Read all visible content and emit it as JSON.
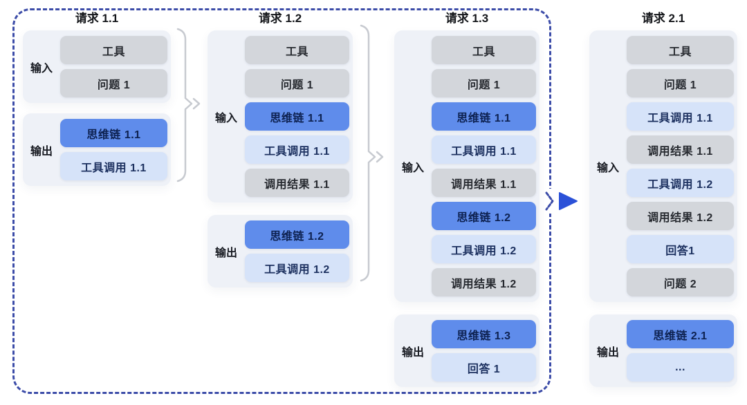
{
  "palette": {
    "frame_border": "#3c4ca8",
    "next_turn_arrow": "#2b51d8",
    "brace": "#c7cad0",
    "group_background": "#eef1f7",
    "box_gray": "#d3d6db",
    "box_blue": "#5f8ceb",
    "box_light_blue": "#d6e3f9"
  },
  "columns": [
    {
      "title": "请求 1.1",
      "input": {
        "label": "输入",
        "items": [
          {
            "label": "工具",
            "variant": "gray"
          },
          {
            "label": "问题 1",
            "variant": "gray"
          }
        ]
      },
      "output": {
        "label": "输出",
        "items": [
          {
            "label": "思维链 1.1",
            "variant": "blue"
          },
          {
            "label": "工具调用 1.1",
            "variant": "light"
          }
        ]
      }
    },
    {
      "title": "请求 1.2",
      "input": {
        "label": "输入",
        "items": [
          {
            "label": "工具",
            "variant": "gray"
          },
          {
            "label": "问题 1",
            "variant": "gray"
          },
          {
            "label": "思维链 1.1",
            "variant": "blue"
          },
          {
            "label": "工具调用 1.1",
            "variant": "light"
          },
          {
            "label": "调用结果 1.1",
            "variant": "gray"
          }
        ]
      },
      "output": {
        "label": "输出",
        "items": [
          {
            "label": "思维链 1.2",
            "variant": "blue"
          },
          {
            "label": "工具调用 1.2",
            "variant": "light"
          }
        ]
      }
    },
    {
      "title": "请求 1.3",
      "input": {
        "label": "输入",
        "items": [
          {
            "label": "工具",
            "variant": "gray"
          },
          {
            "label": "问题 1",
            "variant": "gray"
          },
          {
            "label": "思维链 1.1",
            "variant": "blue"
          },
          {
            "label": "工具调用 1.1",
            "variant": "light"
          },
          {
            "label": "调用结果 1.1",
            "variant": "gray"
          },
          {
            "label": "思维链 1.2",
            "variant": "blue"
          },
          {
            "label": "工具调用 1.2",
            "variant": "light"
          },
          {
            "label": "调用结果 1.2",
            "variant": "gray"
          }
        ]
      },
      "output": {
        "label": "输出",
        "items": [
          {
            "label": "思维链 1.3",
            "variant": "blue"
          },
          {
            "label": "回答 1",
            "variant": "light"
          }
        ]
      }
    },
    {
      "title": "请求 2.1",
      "input": {
        "label": "输入",
        "items": [
          {
            "label": "工具",
            "variant": "gray"
          },
          {
            "label": "问题 1",
            "variant": "gray"
          },
          {
            "label": "工具调用 1.1",
            "variant": "light"
          },
          {
            "label": "调用结果 1.1",
            "variant": "gray"
          },
          {
            "label": "工具调用 1.2",
            "variant": "light"
          },
          {
            "label": "调用结果 1.2",
            "variant": "gray"
          },
          {
            "label": "回答1",
            "variant": "light"
          },
          {
            "label": "问题 2",
            "variant": "gray"
          }
        ]
      },
      "output": {
        "label": "输出",
        "items": [
          {
            "label": "思维链 2.1",
            "variant": "blue"
          },
          {
            "label": "...",
            "variant": "light"
          }
        ]
      }
    }
  ]
}
